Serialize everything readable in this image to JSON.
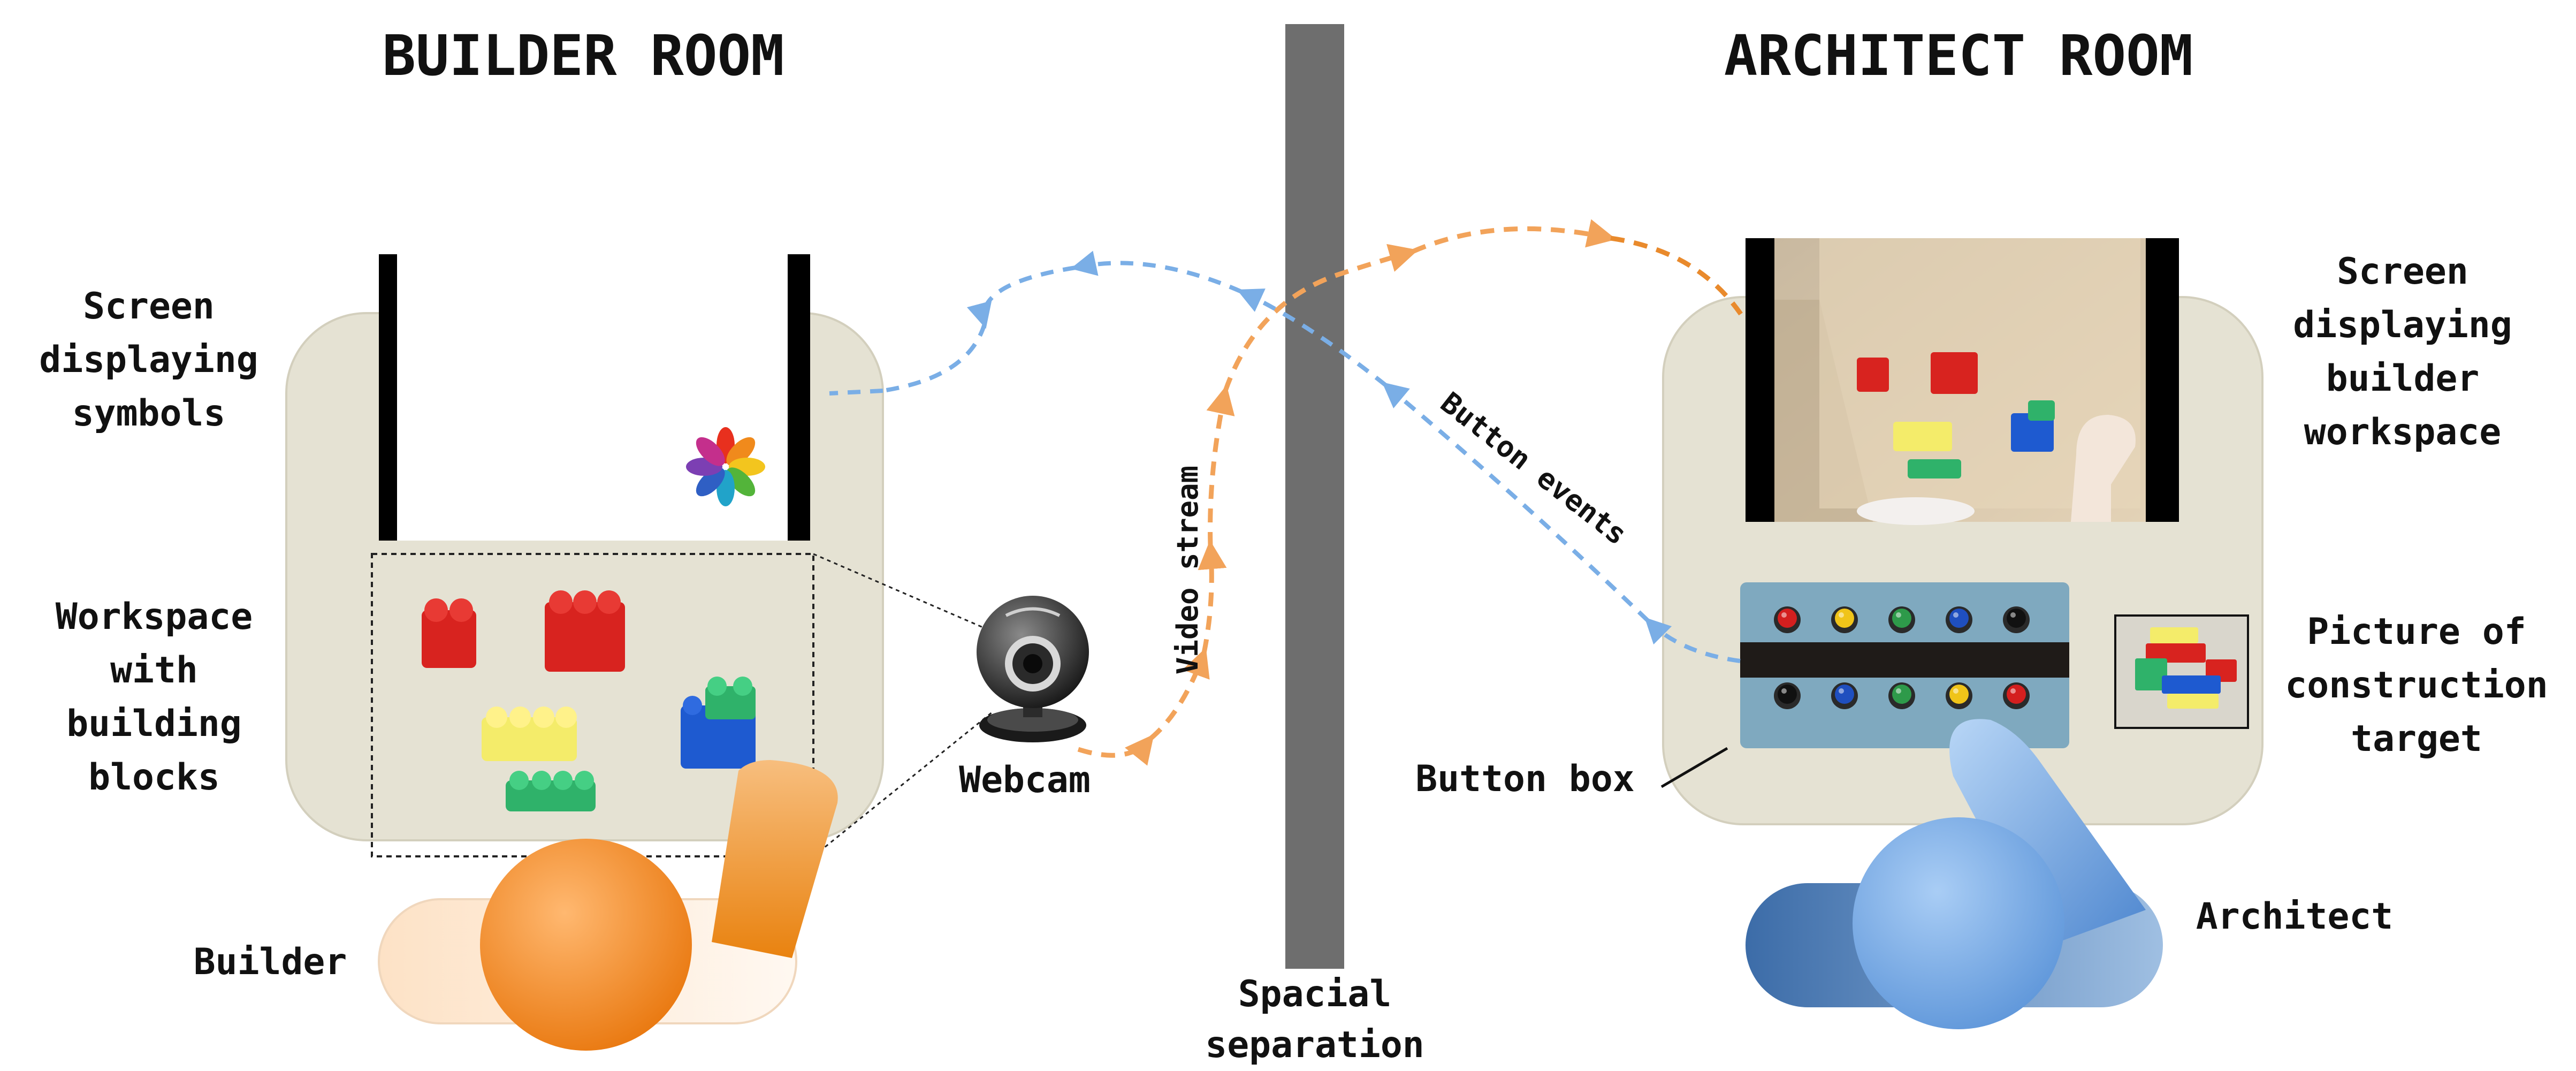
{
  "builder_room": {
    "title": "BUILDER ROOM",
    "screen_label": [
      "Screen",
      "displaying",
      "symbols"
    ],
    "workspace_label": [
      "Workspace",
      "with",
      "building",
      "blocks"
    ],
    "webcam_label": "Webcam",
    "builder_label": "Builder"
  },
  "architect_room": {
    "title": "ARCHITECT ROOM",
    "screen_label": [
      "Screen",
      "displaying",
      "builder",
      "workspace"
    ],
    "picture_label": [
      "Picture of",
      "construction",
      "target"
    ],
    "button_box_label": "Button box",
    "architect_label": "Architect"
  },
  "separation_label": [
    "Spacial",
    "separation"
  ],
  "video_stream_label": "Video stream",
  "button_events_label": "Button events",
  "colors": {
    "builder": "#ee8a22",
    "architect": "#5b93d6",
    "video_arrow": "#f2a35a",
    "button_arrow": "#7aaee6",
    "table": "#e5e2d3",
    "wall": "#6e6e6e"
  },
  "button_colors_top": [
    "#d41f1f",
    "#f0c419",
    "#2e9a4a",
    "#1f4fbf",
    "#111111"
  ],
  "button_colors_bottom": [
    "#111111",
    "#1f4fbf",
    "#2e9a4a",
    "#f0c419",
    "#d41f1f"
  ]
}
